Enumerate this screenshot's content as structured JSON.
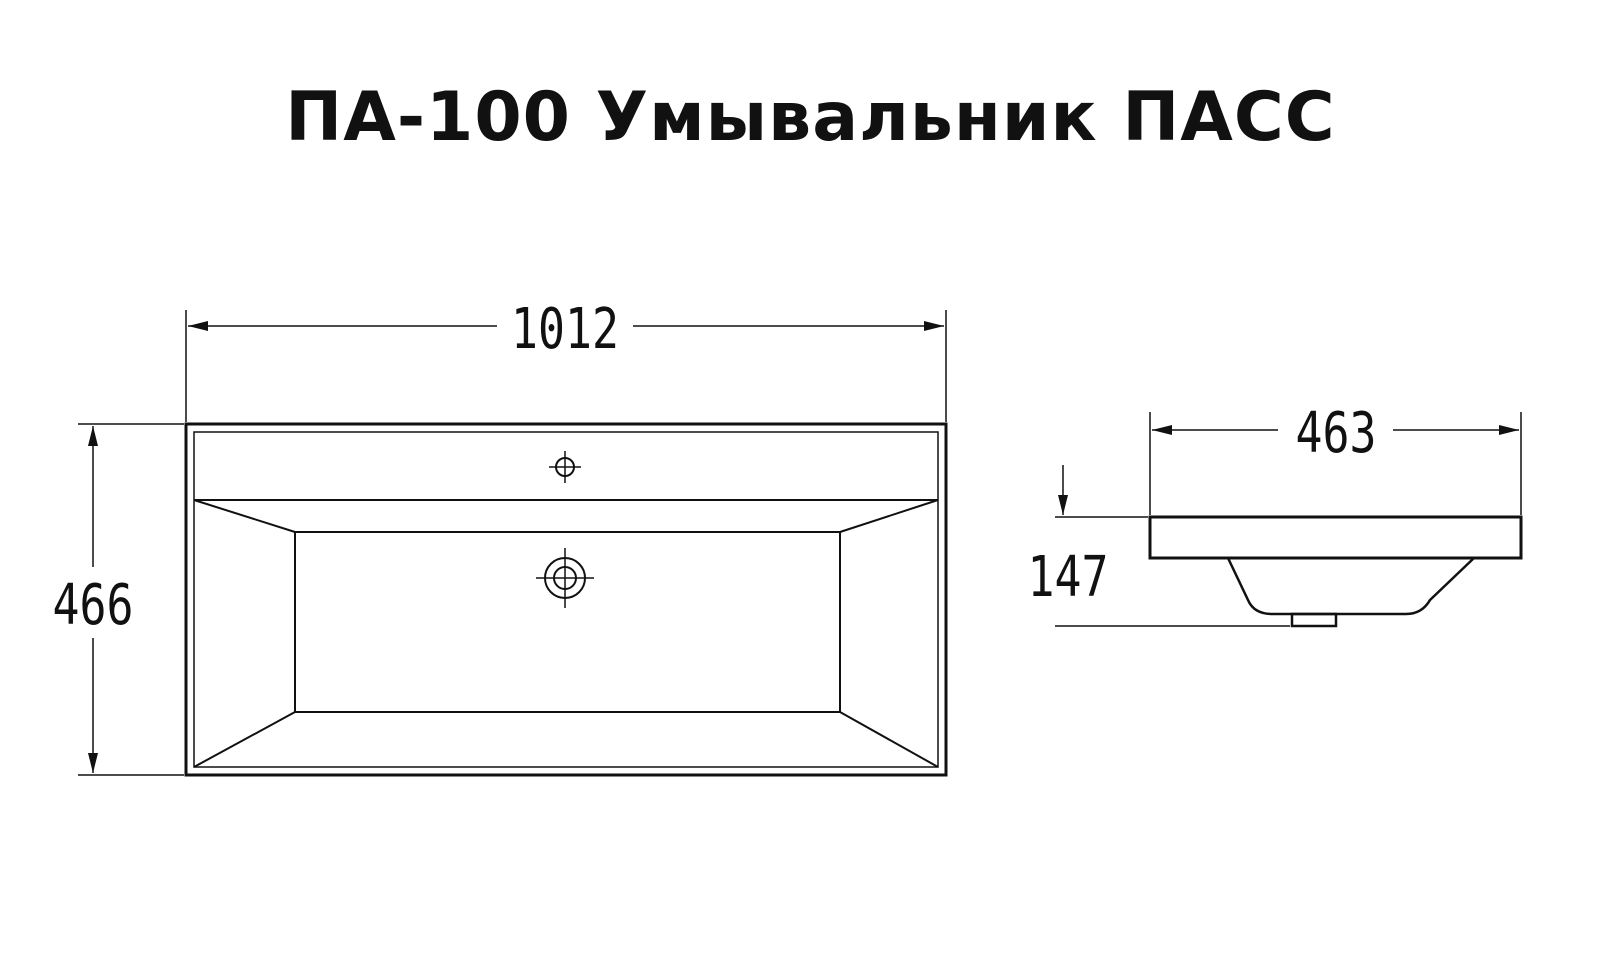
{
  "title": "ПА-100 Умывальник ПАСС",
  "dimensions": {
    "width": "1012",
    "depth": "466",
    "side_depth": "463",
    "height": "147"
  },
  "colors": {
    "line": "#111111",
    "background": "#ffffff"
  }
}
